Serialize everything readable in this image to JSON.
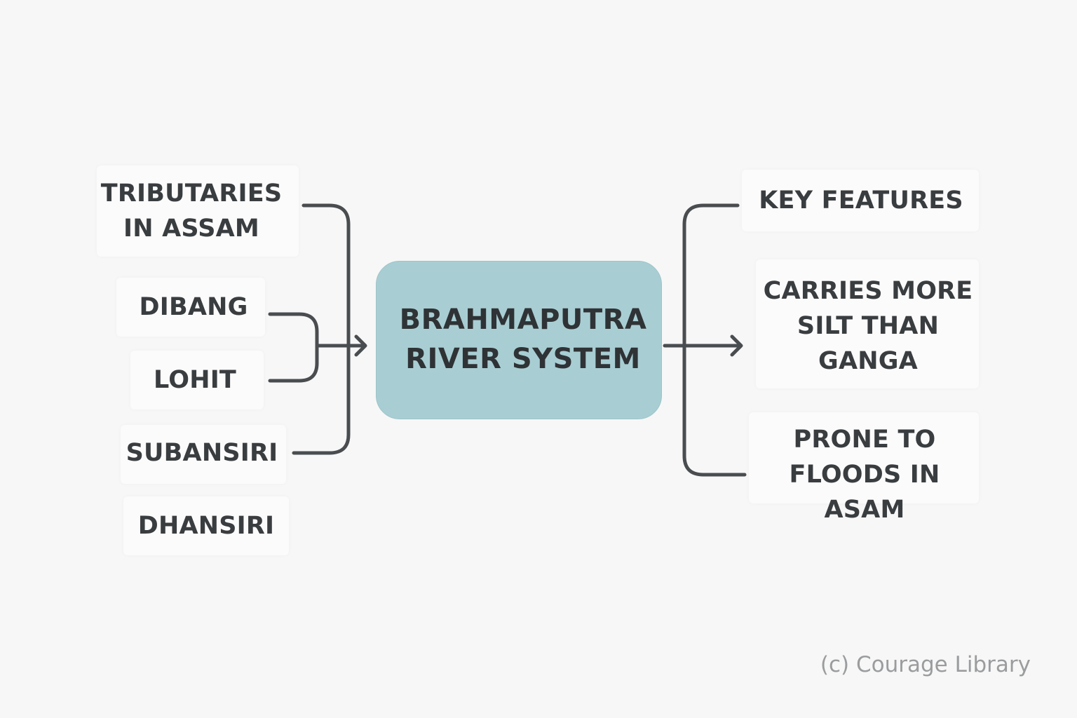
{
  "center": {
    "text": "BRAHMAPUTRA\nRIVER SYSTEM"
  },
  "left_nodes": [
    {
      "text": "TRIBUTARIES\nIN ASSAM"
    },
    {
      "text": "DIBANG"
    },
    {
      "text": "LOHIT"
    },
    {
      "text": "SUBANSIRI"
    },
    {
      "text": "DHANSIRI"
    }
  ],
  "right_nodes": [
    {
      "text": "KEY FEATURES"
    },
    {
      "text": "CARRIES MORE\nSILT THAN\nGANGA"
    },
    {
      "text": "PRONE TO\nFLOODS IN ASAM"
    }
  ],
  "footer": {
    "copyright": "(c) Courage Library"
  },
  "colors": {
    "center_fill": "#a8ced3",
    "text": "#3a3d40",
    "connector": "#4a4d50",
    "background": "#f7f7f7"
  }
}
